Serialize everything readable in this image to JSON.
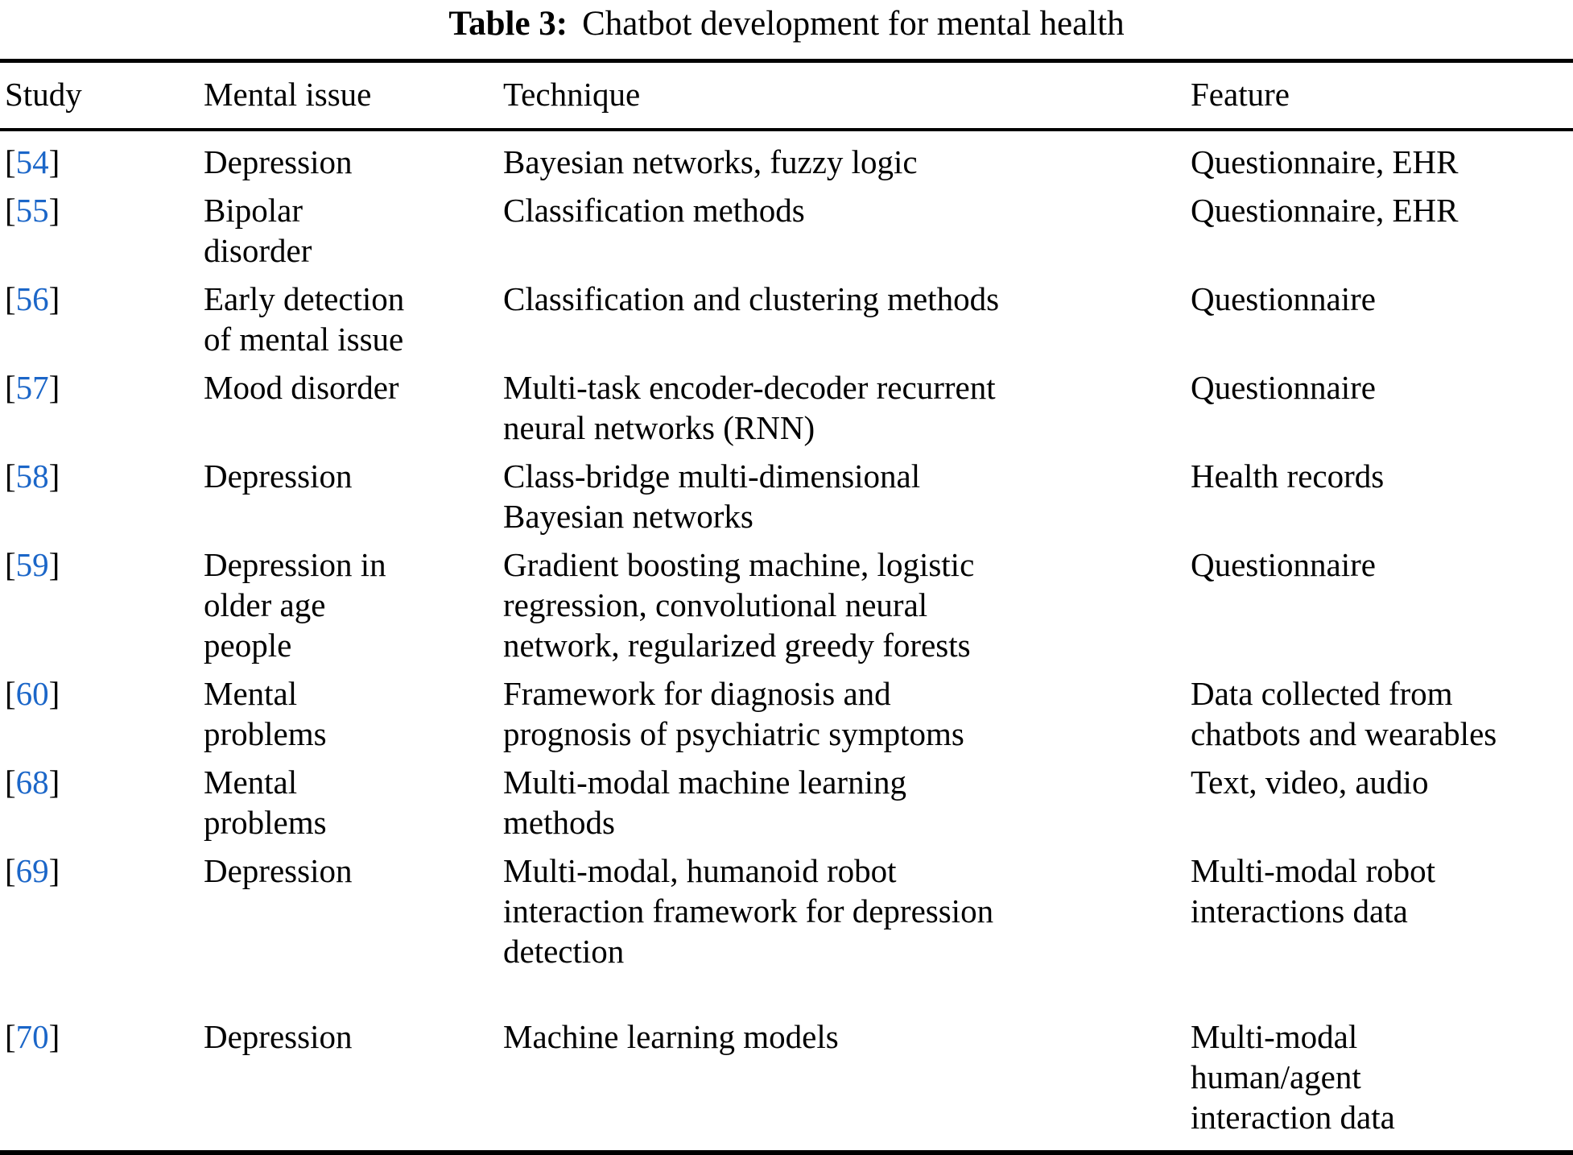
{
  "title": {
    "label": "Table 3:",
    "text": "Chatbot development for mental health"
  },
  "punct": {
    "open": "[",
    "close": "]"
  },
  "columns": [
    "Study",
    "Mental issue",
    "Technique",
    "Feature"
  ],
  "rows": [
    {
      "ref": "54",
      "mental_issue": "Depression",
      "technique": "Bayesian networks, fuzzy logic",
      "feature": "Questionnaire, EHR"
    },
    {
      "ref": "55",
      "mental_issue": "Bipolar\ndisorder",
      "technique": "Classification methods",
      "feature": "Questionnaire, EHR"
    },
    {
      "ref": "56",
      "mental_issue": "Early detection\nof mental issue",
      "technique": "Classification and clustering methods",
      "feature": "Questionnaire"
    },
    {
      "ref": "57",
      "mental_issue": "Mood disorder",
      "technique": "Multi-task encoder-decoder recurrent\nneural networks (RNN)",
      "feature": "Questionnaire"
    },
    {
      "ref": "58",
      "mental_issue": "Depression",
      "technique": "Class-bridge multi-dimensional\nBayesian networks",
      "feature": "Health records"
    },
    {
      "ref": "59",
      "mental_issue": "Depression in\nolder age\npeople",
      "technique": "Gradient boosting machine, logistic\nregression, convolutional neural\nnetwork, regularized greedy forests",
      "feature": "Questionnaire"
    },
    {
      "ref": "60",
      "mental_issue": "Mental\nproblems",
      "technique": "Framework for diagnosis and\nprognosis of psychiatric symptoms",
      "feature": "Data collected from\nchatbots and wearables"
    },
    {
      "ref": "68",
      "mental_issue": "Mental\nproblems",
      "technique": "Multi-modal machine learning\nmethods",
      "feature": "Text, video, audio"
    },
    {
      "ref": "69",
      "mental_issue": "Depression",
      "technique": "Multi-modal, humanoid robot\ninteraction framework for depression\ndetection",
      "feature": "Multi-modal robot\ninteractions data"
    },
    {
      "ref": "70",
      "mental_issue": "Depression",
      "technique": "Machine learning models",
      "feature": "Multi-modal\nhuman/agent\ninteraction data"
    }
  ],
  "colors": {
    "link": "#1B66C8",
    "text": "#000000",
    "rule": "#000000"
  }
}
